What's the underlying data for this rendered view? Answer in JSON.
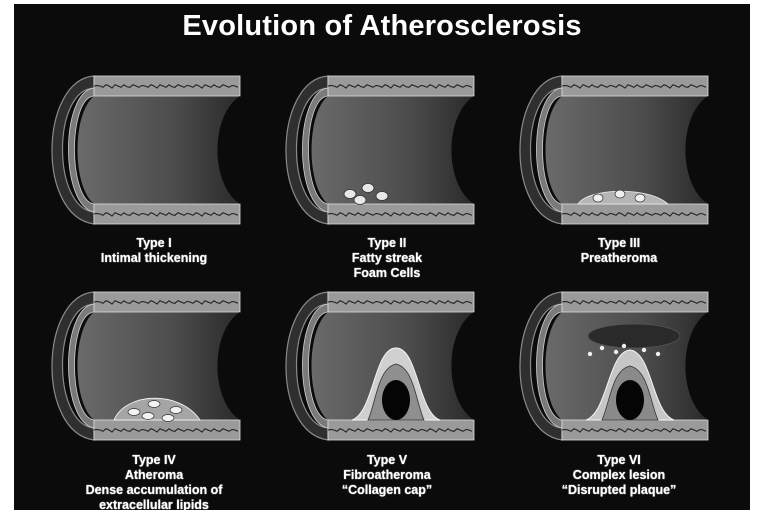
{
  "title": "Evolution of Atherosclerosis",
  "colors": {
    "background": "#0b0b0b",
    "lumen": "#5a5a5a",
    "wall": "#9a9a9a",
    "text": "#ffffff"
  },
  "panels": [
    {
      "lines": [
        "Type I",
        "Intimal thickening"
      ]
    },
    {
      "lines": [
        "Type II",
        "Fatty streak",
        "Foam Cells"
      ]
    },
    {
      "lines": [
        "Type III",
        "Preatheroma"
      ]
    },
    {
      "lines": [
        "Type IV",
        "Atheroma",
        "Dense accumulation of",
        "extracellular lipids"
      ]
    },
    {
      "lines": [
        "Type V",
        "Fibroatheroma",
        "“Collagen cap”"
      ]
    },
    {
      "lines": [
        "Type VI",
        "Complex lesion",
        "“Disrupted plaque”"
      ]
    }
  ]
}
